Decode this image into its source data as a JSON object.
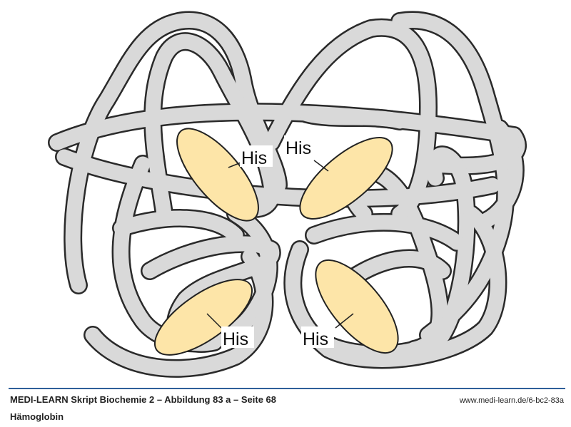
{
  "figure": {
    "labels": [
      "His",
      "His",
      "His",
      "His"
    ],
    "colors": {
      "chain": "#d9d9d9",
      "outline": "#2a2a2a",
      "heme": "#fde5a8",
      "rule": "#2f5f9a"
    }
  },
  "footer": {
    "caption": "MEDI-LEARN Skript Biochemie 2 – Abbildung 83 a – Seite 68",
    "url": "www.medi-learn.de/6-bc2-83a",
    "title": "Hämoglobin"
  }
}
